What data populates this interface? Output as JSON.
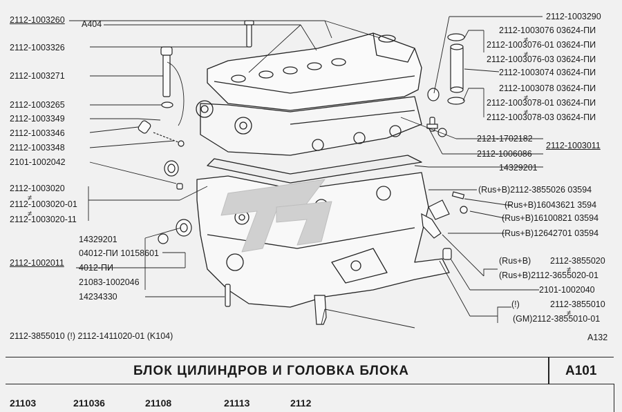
{
  "title": "БЛОК ЦИЛИНДРОВ И ГОЛОВКА БЛОКА",
  "code": "А101",
  "models": [
    "21103",
    "211036",
    "21108",
    "21113",
    "2112"
  ],
  "left_labels": {
    "l1": "2112-1003260",
    "l2": "2112-1003326",
    "l3": "2112-1003271",
    "l4": "2112-1003265",
    "l5": "2112-1003349",
    "l6": "2112-1003346",
    "l7": "2112-1003348",
    "l8": "2101-1002042",
    "l9": "2112-1003020",
    "l10": "2112-1003020-01",
    "l11": "2112-1003020-11",
    "l12": "2112-1002011",
    "a404": "А404"
  },
  "mid_labels": {
    "m1": "14329201",
    "m2": "04012-ПИ 10158601",
    "m3": "4012-ПИ",
    "m4": "21083-1002046",
    "m5": "14234330"
  },
  "right_labels": {
    "r1": "2112-1003290",
    "r2": "2112-1003076  03624-ПИ",
    "r3": "2112-1003076-01  03624-ПИ",
    "r4": "2112-1003076-03  03624-ПИ",
    "r5": "2112-1003074  03624-ПИ",
    "r6": "2112-1003078  03624-ПИ",
    "r7": "2112-1003078-01  03624-ПИ",
    "r8": "2112-1003078-03  03624-ПИ",
    "r9": "2121-1702182",
    "r10": "2112-1006086",
    "r11": "2112-1003011",
    "r12": "14329201",
    "r13": "(Rus+B)2112-3855026  03594",
    "r14": "(Rus+B)16043621  3594",
    "r15": "(Rus+B)16100821  03594",
    "r16": "(Rus+B)12642701  03594",
    "r17a": "(Rus+B)",
    "r17b": "2112-3855020",
    "r18": "(Rus+B)2112-3655020-01",
    "r19": "2101-1002040",
    "r20a": "(!)",
    "r20b": "2112-3855010",
    "r21": "(GM)2112-3855010-01"
  },
  "footer_left": "2112-3855010 (!) 2112-1411020-01 (K104)",
  "footer_right": "А132",
  "eq_mark": "≠"
}
